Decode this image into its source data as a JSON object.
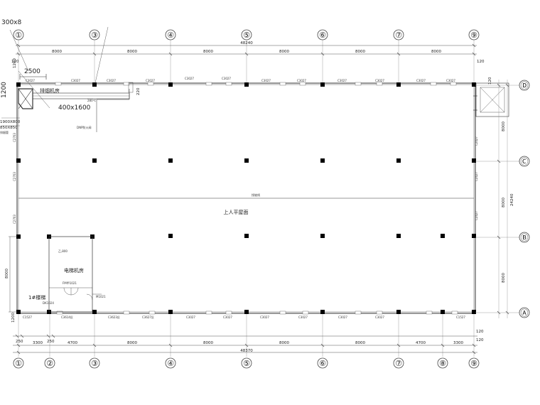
{
  "top_partial_label": "300x8",
  "grid_axes_top": [
    "①",
    "③",
    "④",
    "⑤",
    "⑥",
    "⑦",
    "⑨"
  ],
  "grid_axes_bottom": [
    "①",
    "②",
    "③",
    "④",
    "⑤",
    "⑥",
    "⑦",
    "⑧",
    "⑨"
  ],
  "grid_rows": [
    "Ⓓ",
    "Ⓒ",
    "Ⓑ",
    "Ⓐ"
  ],
  "top_total_dim": "48240",
  "top_dims": [
    "8000",
    "8000",
    "8000",
    "8000",
    "8000",
    "8000"
  ],
  "bottom_total_dim": "48370",
  "bottom_dims": [
    "250",
    "3300",
    "250",
    "4700",
    "8000",
    "8000",
    "8000",
    "8000",
    "4700",
    "3300"
  ],
  "right_total_dim": "24240",
  "right_dims": [
    "8000",
    "8000",
    "8000"
  ],
  "left_dims": [
    "1200",
    "8000",
    "1200"
  ],
  "small_dims": [
    "120",
    "120",
    "120",
    "120",
    "120"
  ],
  "annotations": {
    "dim_2500": "2500",
    "label_smoke": "排烟机房",
    "duct_size": "400x1600",
    "duct_label": "280℃",
    "vent_1": "1900X800",
    "vent_2": "850X850",
    "vent_3": "排烟管",
    "hatch_label": "DNP防火阀",
    "dim_1200": "1200",
    "dim_220": "220"
  },
  "rooms": {
    "roof": "上人平屋面",
    "elevator_machine": "电梯机房",
    "stair": "1#楼梯",
    "slope_label": "找坡线"
  },
  "window_tags_top": [
    "C3027",
    "C3027",
    "C3027",
    "C3027",
    "C3027",
    "C3027",
    "C3027",
    "C3027",
    "C3027",
    "C3027",
    "C3027",
    "C3027"
  ],
  "window_tags_bottom": [
    "C1527",
    "C3614反",
    "C3623反",
    "C3627反",
    "C3027",
    "C3027",
    "C3027",
    "C3027",
    "C3027",
    "C3027",
    "C1527"
  ],
  "window_tags_left": [
    "C2703",
    "C2703",
    "C2703"
  ],
  "window_tags_right": [
    "C2427",
    "C2427",
    "C2427"
  ],
  "small_labels": {
    "door_1": "FM甲1021",
    "door_2": "M1021",
    "elev_label": "乙,800",
    "stair_label": "DK1024"
  }
}
